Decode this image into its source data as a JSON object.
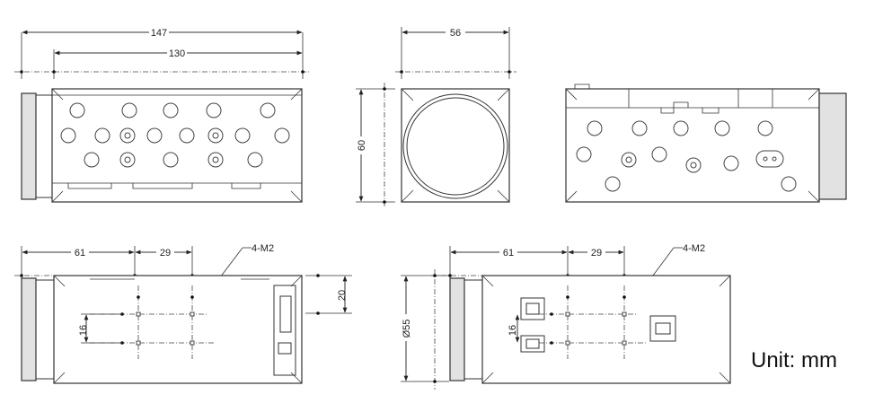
{
  "dimensions": {
    "front_total_length": "147",
    "front_body_length": "130",
    "side_width": "56",
    "side_height": "60",
    "bottom_left_offset": "61",
    "bottom_left_spacing": "29",
    "bottom_left_thread": "4-M2",
    "bottom_left_v_spacing": "16",
    "bottom_left_right_height": "20",
    "bottom_right_offset": "61",
    "bottom_right_spacing": "29",
    "bottom_right_thread": "4-M2",
    "bottom_right_v_spacing": "16",
    "bottom_right_diameter": "Ø55"
  },
  "unit_label": "Unit: mm"
}
